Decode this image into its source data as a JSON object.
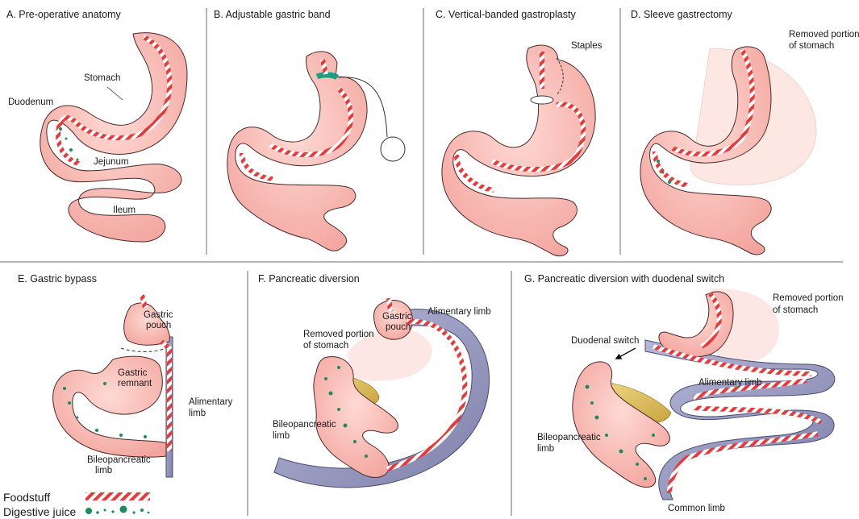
{
  "panels": {
    "a": {
      "title": "A. Pre-operative anatomy",
      "stomach": "Stomach",
      "duodenum": "Duodenum",
      "jejunum": "Jejunum",
      "ileum": "Ileum"
    },
    "b": {
      "title": "B. Adjustable gastric band"
    },
    "c": {
      "title": "C. Vertical-banded gastroplasty",
      "staples": "Staples"
    },
    "d": {
      "title": "D. Sleeve gastrectomy",
      "removed_1": "Removed portion",
      "removed_2": "of stomach"
    },
    "e": {
      "title": "E. Gastric bypass",
      "pouch_1": "Gastric",
      "pouch_2": "pouch",
      "remnant_1": "Gastric",
      "remnant_2": "remnant",
      "alimentary_1": "Alimentary",
      "alimentary_2": "limb",
      "bilio_1": "Bileopancreatic",
      "bilio_2": "limb"
    },
    "f": {
      "title": "F. Pancreatic diversion",
      "removed_1": "Removed portion",
      "removed_2": "of stomach",
      "pouch_1": "Gastric",
      "pouch_2": "pouch",
      "alimentary": "Alimentary limb",
      "bilio_1": "Bileopancreatic",
      "bilio_2": "limb"
    },
    "g": {
      "title": "G. Pancreatic diversion with duodenal switch",
      "removed_1": "Removed portion",
      "removed_2": "of stomach",
      "duodenal_switch": "Duodenal switch",
      "alimentary": "Alimentary limb",
      "bilio_1": "Bileopancreatic",
      "bilio_2": "limb",
      "common": "Common limb"
    }
  },
  "legend": {
    "food": "Foodstuff",
    "juice": "Digestive juice"
  },
  "colors": {
    "tissue": "#f4a9a3",
    "tissue_edge": "#4a2a2a",
    "food": "#e8393b",
    "juice": "#1f8a5b",
    "limb": "#9a9cc2",
    "removed": "#fde3df",
    "pancreas": "#e2c25a",
    "band": "#1a9f84"
  }
}
